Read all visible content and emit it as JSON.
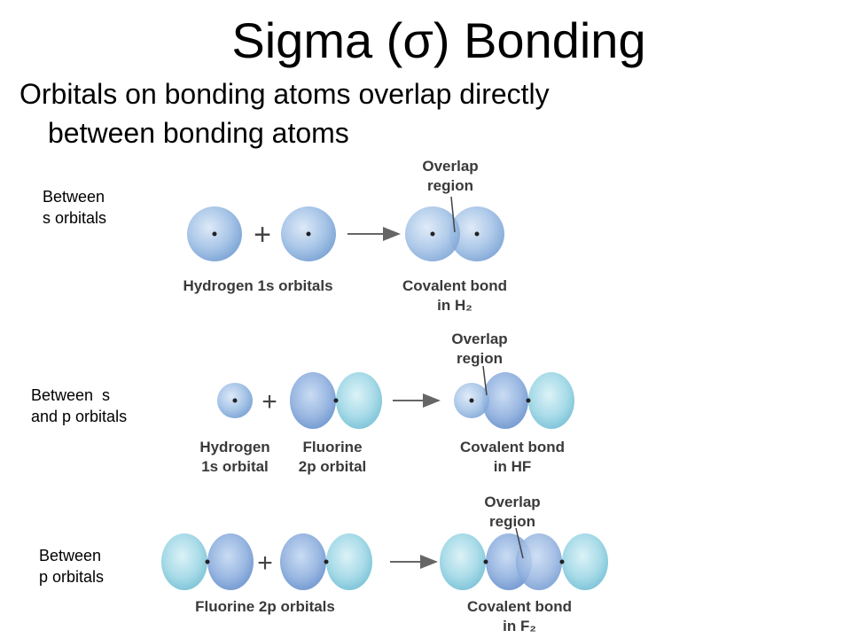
{
  "slide": {
    "title": "Sigma (σ) Bonding",
    "bullet_line1": "Orbitals on bonding atoms overlap directly",
    "bullet_line2": "between bonding atoms"
  },
  "rows": [
    {
      "label_lines": [
        "Between",
        "s orbitals"
      ],
      "overlap_lines": [
        "Overlap",
        "region"
      ],
      "left_caption": [
        "Hydrogen 1s orbitals"
      ],
      "right_caption": [
        "Covalent bond",
        "in H₂"
      ]
    },
    {
      "label_lines": [
        "Between  s",
        "and p orbitals"
      ],
      "overlap_lines": [
        "Overlap",
        "region"
      ],
      "left_caption_a": [
        "Hydrogen",
        "1s orbital"
      ],
      "left_caption_b": [
        "Fluorine",
        "2p orbital"
      ],
      "right_caption": [
        "Covalent bond",
        "in HF"
      ]
    },
    {
      "label_lines": [
        "Between",
        "p orbitals"
      ],
      "overlap_lines": [
        "Overlap",
        "region"
      ],
      "left_caption": [
        "Fluorine 2p orbitals"
      ],
      "right_caption": [
        "Covalent bond",
        "in F₂"
      ]
    }
  ],
  "symbols": {
    "plus": "+"
  },
  "colors": {
    "s_orbital": "#a9c6e8",
    "p_lobe_blue": "#9bb8e2",
    "p_lobe_cyan": "#a8dbe8"
  }
}
